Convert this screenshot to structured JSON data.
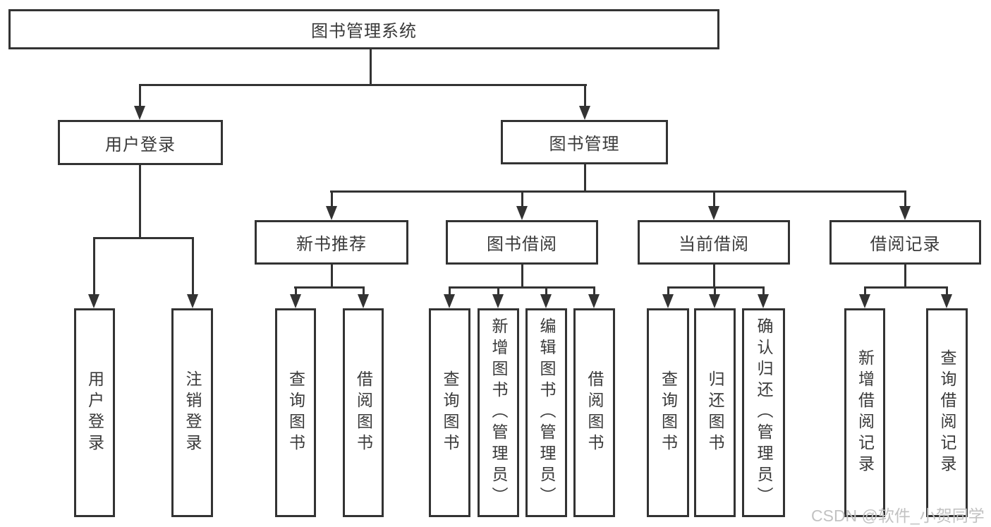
{
  "diagram": {
    "title": "图书管理系统",
    "branches": [
      {
        "label": "用户登录",
        "children": [
          {
            "label": "用户登录"
          },
          {
            "label": "注销登录"
          }
        ]
      },
      {
        "label": "图书管理",
        "children": [
          {
            "label": "新书推荐",
            "children": [
              {
                "label": "查询图书"
              },
              {
                "label": "借阅图书"
              }
            ]
          },
          {
            "label": "图书借阅",
            "children": [
              {
                "label": "查询图书"
              },
              {
                "label": "新增图书（管理员）"
              },
              {
                "label": "编辑图书（管理员）"
              },
              {
                "label": "借阅图书"
              }
            ]
          },
          {
            "label": "当前借阅",
            "children": [
              {
                "label": "查询图书"
              },
              {
                "label": "归还图书"
              },
              {
                "label": "确认归还（管理员）"
              }
            ]
          },
          {
            "label": "借阅记录",
            "children": [
              {
                "label": "新增借阅记录"
              },
              {
                "label": "查询借阅记录"
              }
            ]
          }
        ]
      }
    ]
  },
  "watermark": {
    "text": "CSDN @软件_小贺同学"
  },
  "colors": {
    "line": "#333333",
    "text": "#3a3a3a",
    "watermark": "#c2c2c2",
    "background": "#ffffff"
  }
}
